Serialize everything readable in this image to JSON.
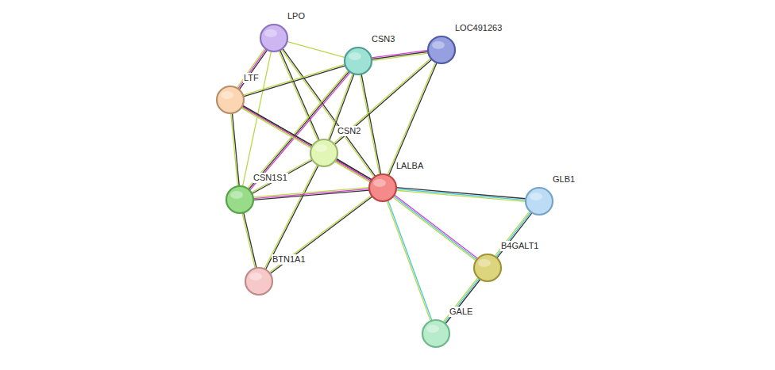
{
  "diagram": {
    "nodes": [
      {
        "text": [
          "LPO"
        ]
      },
      {
        "text": [
          "CSN3"
        ]
      },
      {
        "text": [
          "LOC491263"
        ]
      },
      {
        "text": [
          "LTF"
        ]
      },
      {
        "text": [
          "CSN2"
        ]
      },
      {
        "text": [
          "LALBA"
        ]
      },
      {
        "text": [
          "CSN1S1"
        ]
      },
      {
        "text": [
          "GLB1"
        ]
      },
      {
        "text": [
          "B4GALT1"
        ]
      },
      {
        "text": [
          "BTN1A1"
        ]
      },
      {
        "text": [
          "GALE"
        ]
      }
    ],
    "edges": [
      {
        "from": 0,
        "to": 1,
        "arrow": "none"
      },
      {
        "from": 0,
        "to": 3,
        "arrow": "none"
      },
      {
        "from": 0,
        "to": 4,
        "arrow": "none"
      },
      {
        "from": 0,
        "to": 5,
        "arrow": "none"
      },
      {
        "from": 0,
        "to": 6,
        "arrow": "none"
      },
      {
        "from": 1,
        "to": 2,
        "arrow": "none"
      },
      {
        "from": 1,
        "to": 3,
        "arrow": "none"
      },
      {
        "from": 1,
        "to": 4,
        "arrow": "none"
      },
      {
        "from": 1,
        "to": 5,
        "arrow": "none"
      },
      {
        "from": 1,
        "to": 6,
        "arrow": "none"
      },
      {
        "from": 2,
        "to": 4,
        "arrow": "none"
      },
      {
        "from": 2,
        "to": 5,
        "arrow": "none"
      },
      {
        "from": 3,
        "to": 4,
        "arrow": "none"
      },
      {
        "from": 3,
        "to": 5,
        "arrow": "none"
      },
      {
        "from": 3,
        "to": 6,
        "arrow": "none"
      },
      {
        "from": 4,
        "to": 5,
        "arrow": "none"
      },
      {
        "from": 4,
        "to": 6,
        "arrow": "none"
      },
      {
        "from": 4,
        "to": 9,
        "arrow": "none"
      },
      {
        "from": 5,
        "to": 6,
        "arrow": "none"
      },
      {
        "from": 5,
        "to": 9,
        "arrow": "none"
      },
      {
        "from": 5,
        "to": 7,
        "arrow": "none"
      },
      {
        "from": 5,
        "to": 8,
        "arrow": "none"
      },
      {
        "from": 5,
        "to": 10,
        "arrow": "none"
      },
      {
        "from": 6,
        "to": 9,
        "arrow": "none"
      },
      {
        "from": 7,
        "to": 8,
        "arrow": "none"
      },
      {
        "from": 8,
        "to": 10,
        "arrow": "none"
      }
    ]
  }
}
